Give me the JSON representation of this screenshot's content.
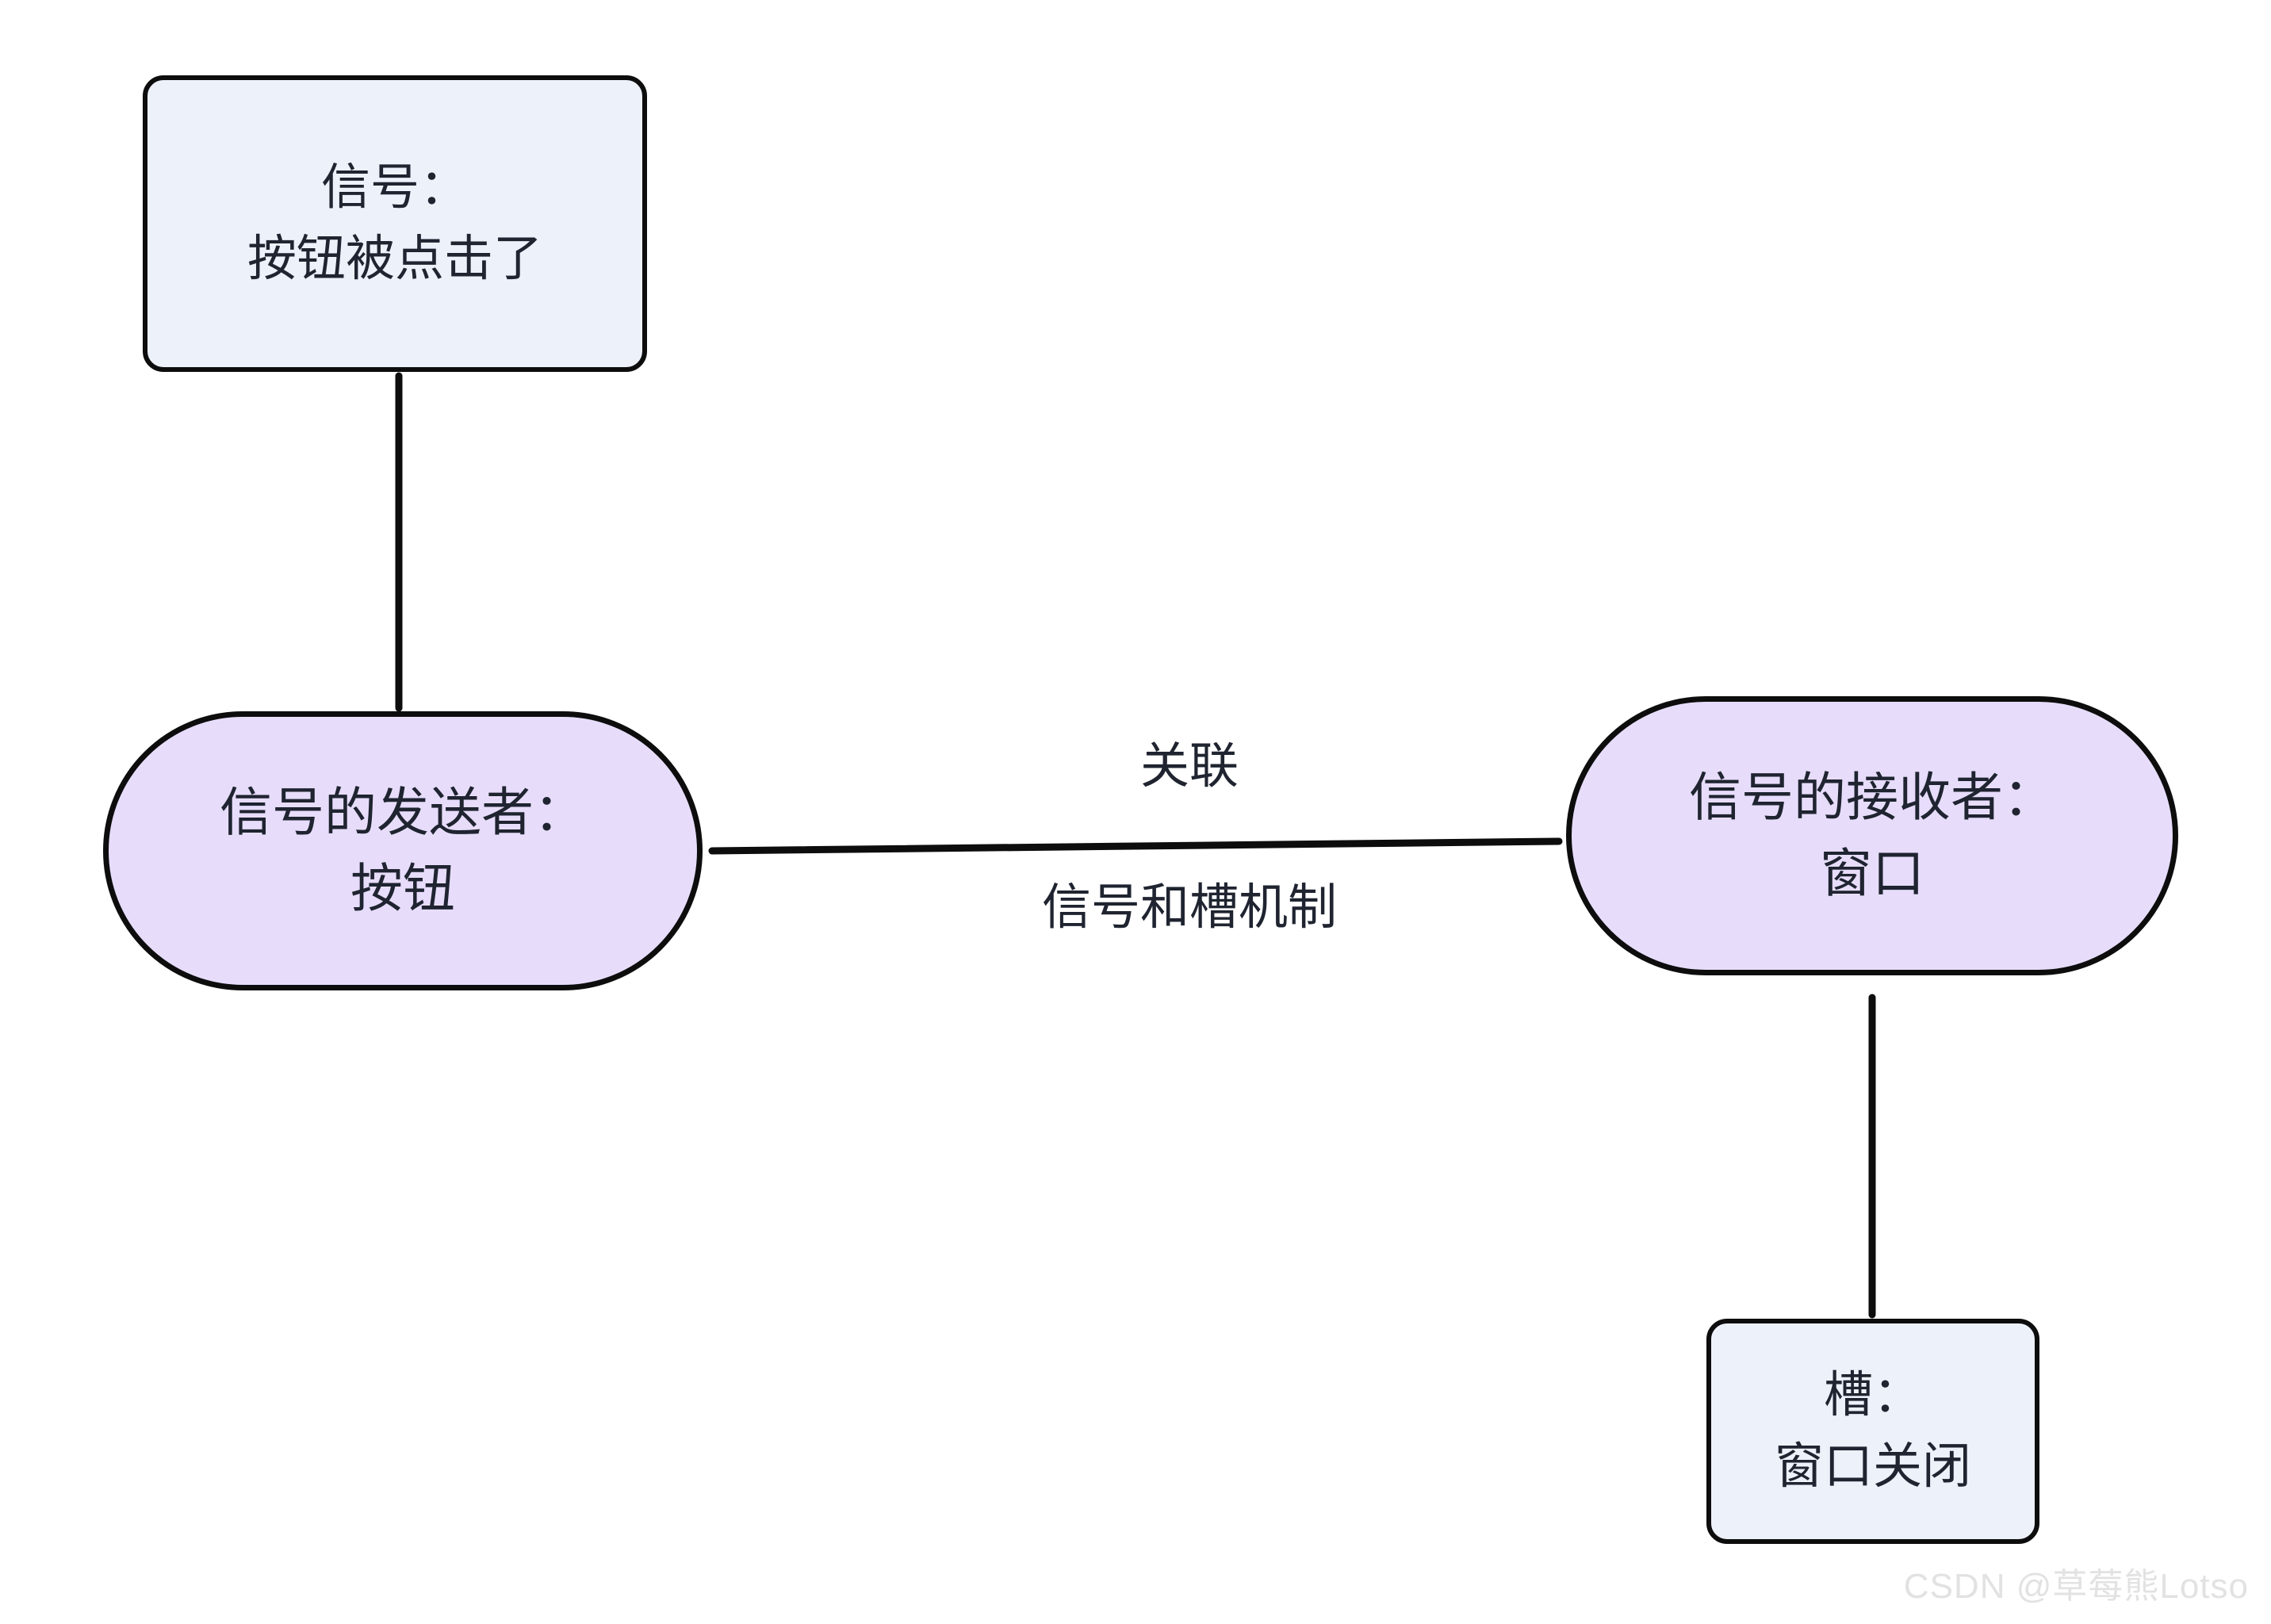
{
  "diagram": {
    "type": "flowchart",
    "background_color": "#ffffff",
    "stroke_color": "#0d0d0d",
    "text_color": "#1f2430",
    "nodes": [
      {
        "id": "signal",
        "shape": "rounded-rect",
        "fill": "#edf1fa",
        "lines": [
          "信号：",
          "按钮被点击了"
        ]
      },
      {
        "id": "sender",
        "shape": "stadium",
        "fill": "#e7ddfb",
        "lines": [
          "信号的发送者：",
          "按钮"
        ]
      },
      {
        "id": "receiver",
        "shape": "stadium",
        "fill": "#e7ddfb",
        "lines": [
          "信号的接收者：",
          "窗口"
        ]
      },
      {
        "id": "slot",
        "shape": "rounded-rect",
        "fill": "#edf1fa",
        "lines": [
          "槽：",
          "窗口关闭"
        ]
      }
    ],
    "edges": [
      {
        "id": "signal-to-sender",
        "from": "signal",
        "to": "sender",
        "orientation": "vertical",
        "label": ""
      },
      {
        "id": "sender-to-receiver",
        "from": "sender",
        "to": "receiver",
        "orientation": "horizontal",
        "label_above": "关联",
        "label_below": "信号和槽机制"
      },
      {
        "id": "receiver-to-slot",
        "from": "receiver",
        "to": "slot",
        "orientation": "vertical",
        "label": ""
      }
    ]
  },
  "watermark": {
    "text": "CSDN @草莓熊Lotso",
    "color": "#e2e2e2"
  }
}
